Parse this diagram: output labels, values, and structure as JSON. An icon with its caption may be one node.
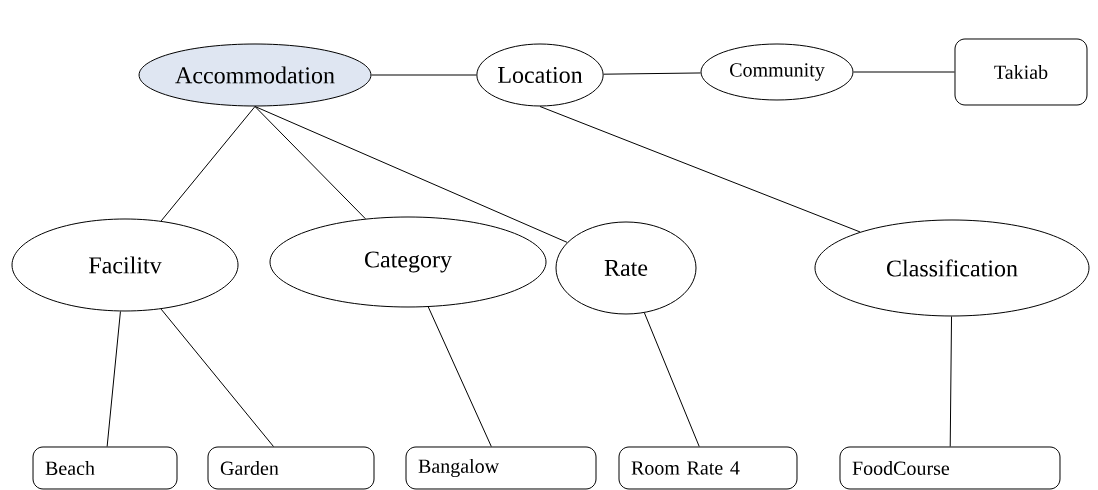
{
  "diagram": {
    "nodes": [
      {
        "text": [
          "Accommodation"
        ]
      },
      {
        "text": [
          "Location"
        ]
      },
      {
        "text": [
          "Community"
        ]
      },
      {
        "text": [
          "Takiab"
        ]
      },
      {
        "text": [
          "Facilitv"
        ]
      },
      {
        "text": [
          "Category"
        ]
      },
      {
        "text": [
          "Rate"
        ]
      },
      {
        "text": [
          "Classification"
        ]
      },
      {
        "text": [
          "Beach"
        ]
      },
      {
        "text": [
          "Garden"
        ]
      },
      {
        "text": [
          "Bangalow"
        ]
      },
      {
        "text": [
          "Room Rate 4"
        ]
      },
      {
        "text": [
          "FoodCourse"
        ]
      }
    ],
    "edges": [
      {
        "from": 0,
        "to": 1,
        "arrow": "none"
      },
      {
        "from": 1,
        "to": 2,
        "arrow": "none"
      },
      {
        "from": 2,
        "to": 3,
        "arrow": "none"
      },
      {
        "from": 0,
        "to": 4,
        "arrow": "none"
      },
      {
        "from": 0,
        "to": 5,
        "arrow": "none"
      },
      {
        "from": 0,
        "to": 6,
        "arrow": "none"
      },
      {
        "from": 1,
        "to": 7,
        "arrow": "none"
      },
      {
        "from": 4,
        "to": 8,
        "arrow": "none"
      },
      {
        "from": 4,
        "to": 9,
        "arrow": "none"
      },
      {
        "from": 5,
        "to": 10,
        "arrow": "none"
      },
      {
        "from": 6,
        "to": 11,
        "arrow": "none"
      },
      {
        "from": 7,
        "to": 12,
        "arrow": "none"
      }
    ]
  }
}
